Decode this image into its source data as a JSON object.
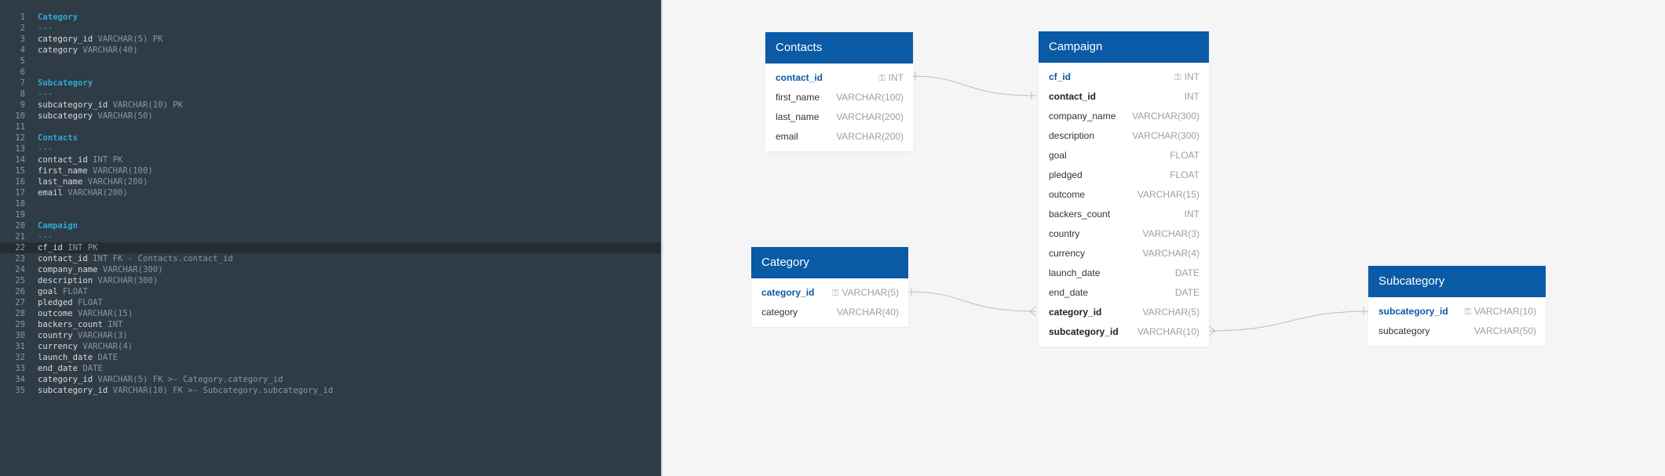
{
  "editor": {
    "lines": [
      {
        "n": "1",
        "kind": "hd",
        "a": "Category",
        "b": ""
      },
      {
        "n": "2",
        "kind": "sep",
        "a": "---",
        "b": ""
      },
      {
        "n": "3",
        "kind": "fld",
        "a": "category_id",
        "b": " VARCHAR(5) PK"
      },
      {
        "n": "4",
        "kind": "fld",
        "a": "category",
        "b": " VARCHAR(40)"
      },
      {
        "n": "5",
        "kind": "blank",
        "a": "",
        "b": ""
      },
      {
        "n": "6",
        "kind": "blank",
        "a": "",
        "b": ""
      },
      {
        "n": "7",
        "kind": "hd",
        "a": "Subcategory",
        "b": ""
      },
      {
        "n": "8",
        "kind": "sep",
        "a": "---",
        "b": ""
      },
      {
        "n": "9",
        "kind": "fld",
        "a": "subcategory_id",
        "b": " VARCHAR(10) PK"
      },
      {
        "n": "10",
        "kind": "fld",
        "a": "subcategory",
        "b": " VARCHAR(50)"
      },
      {
        "n": "11",
        "kind": "blank",
        "a": "",
        "b": ""
      },
      {
        "n": "12",
        "kind": "hd",
        "a": "Contacts",
        "b": ""
      },
      {
        "n": "13",
        "kind": "sep",
        "a": "---",
        "b": ""
      },
      {
        "n": "14",
        "kind": "fld",
        "a": "contact_id",
        "b": " INT PK"
      },
      {
        "n": "15",
        "kind": "fld",
        "a": "first_name",
        "b": " VARCHAR(100)"
      },
      {
        "n": "16",
        "kind": "fld",
        "a": "last_name",
        "b": " VARCHAR(200)"
      },
      {
        "n": "17",
        "kind": "fld",
        "a": "email",
        "b": " VARCHAR(200)"
      },
      {
        "n": "18",
        "kind": "blank",
        "a": "",
        "b": ""
      },
      {
        "n": "19",
        "kind": "blank",
        "a": "",
        "b": ""
      },
      {
        "n": "20",
        "kind": "hd",
        "a": "Campaign",
        "b": ""
      },
      {
        "n": "21",
        "kind": "sep",
        "a": "---",
        "b": ""
      },
      {
        "n": "22",
        "kind": "fld",
        "a": "cf_id",
        "b": " INT PK",
        "active": true
      },
      {
        "n": "23",
        "kind": "fld",
        "a": "contact_id",
        "b": " INT FK - Contacts.contact_id"
      },
      {
        "n": "24",
        "kind": "fld",
        "a": "company_name",
        "b": " VARCHAR(300)"
      },
      {
        "n": "25",
        "kind": "fld",
        "a": "description",
        "b": " VARCHAR(300)"
      },
      {
        "n": "26",
        "kind": "fld",
        "a": "goal",
        "b": " FLOAT"
      },
      {
        "n": "27",
        "kind": "fld",
        "a": "pledged",
        "b": " FLOAT"
      },
      {
        "n": "28",
        "kind": "fld",
        "a": "outcome",
        "b": " VARCHAR(15)"
      },
      {
        "n": "29",
        "kind": "fld",
        "a": "backers_count",
        "b": " INT"
      },
      {
        "n": "30",
        "kind": "fld",
        "a": "country",
        "b": " VARCHAR(3)"
      },
      {
        "n": "31",
        "kind": "fld",
        "a": "currency",
        "b": " VARCHAR(4)"
      },
      {
        "n": "32",
        "kind": "fld",
        "a": "launch_date",
        "b": " DATE"
      },
      {
        "n": "33",
        "kind": "fld",
        "a": "end_date",
        "b": " DATE"
      },
      {
        "n": "34",
        "kind": "fld",
        "a": "category_id",
        "b": " VARCHAR(5) FK >- Category.category_id"
      },
      {
        "n": "35",
        "kind": "fld",
        "a": "subcategory_id",
        "b": " VARCHAR(10) FK >- Subcategory.subcategory_id"
      }
    ]
  },
  "diagram": {
    "key_icon": "key-icon",
    "tables": {
      "contacts": {
        "title": "Contacts",
        "fields": [
          {
            "name": "contact_id",
            "type": "INT",
            "role": "pk"
          },
          {
            "name": "first_name",
            "type": "VARCHAR(100)",
            "role": ""
          },
          {
            "name": "last_name",
            "type": "VARCHAR(200)",
            "role": ""
          },
          {
            "name": "email",
            "type": "VARCHAR(200)",
            "role": ""
          }
        ]
      },
      "campaign": {
        "title": "Campaign",
        "fields": [
          {
            "name": "cf_id",
            "type": "INT",
            "role": "pk"
          },
          {
            "name": "contact_id",
            "type": "INT",
            "role": "fk"
          },
          {
            "name": "company_name",
            "type": "VARCHAR(300)",
            "role": ""
          },
          {
            "name": "description",
            "type": "VARCHAR(300)",
            "role": ""
          },
          {
            "name": "goal",
            "type": "FLOAT",
            "role": ""
          },
          {
            "name": "pledged",
            "type": "FLOAT",
            "role": ""
          },
          {
            "name": "outcome",
            "type": "VARCHAR(15)",
            "role": ""
          },
          {
            "name": "backers_count",
            "type": "INT",
            "role": ""
          },
          {
            "name": "country",
            "type": "VARCHAR(3)",
            "role": ""
          },
          {
            "name": "currency",
            "type": "VARCHAR(4)",
            "role": ""
          },
          {
            "name": "launch_date",
            "type": "DATE",
            "role": ""
          },
          {
            "name": "end_date",
            "type": "DATE",
            "role": ""
          },
          {
            "name": "category_id",
            "type": "VARCHAR(5)",
            "role": "fk"
          },
          {
            "name": "subcategory_id",
            "type": "VARCHAR(10)",
            "role": "fk"
          }
        ]
      },
      "category": {
        "title": "Category",
        "fields": [
          {
            "name": "category_id",
            "type": "VARCHAR(5)",
            "role": "pk"
          },
          {
            "name": "category",
            "type": "VARCHAR(40)",
            "role": ""
          }
        ]
      },
      "subcategory": {
        "title": "Subcategory",
        "fields": [
          {
            "name": "subcategory_id",
            "type": "VARCHAR(10)",
            "role": "pk"
          },
          {
            "name": "subcategory",
            "type": "VARCHAR(50)",
            "role": ""
          }
        ]
      }
    },
    "colors": {
      "header": "#0a5aa6",
      "editor_bg": "#2f3b45",
      "keyword": "#2fa9d6"
    }
  }
}
